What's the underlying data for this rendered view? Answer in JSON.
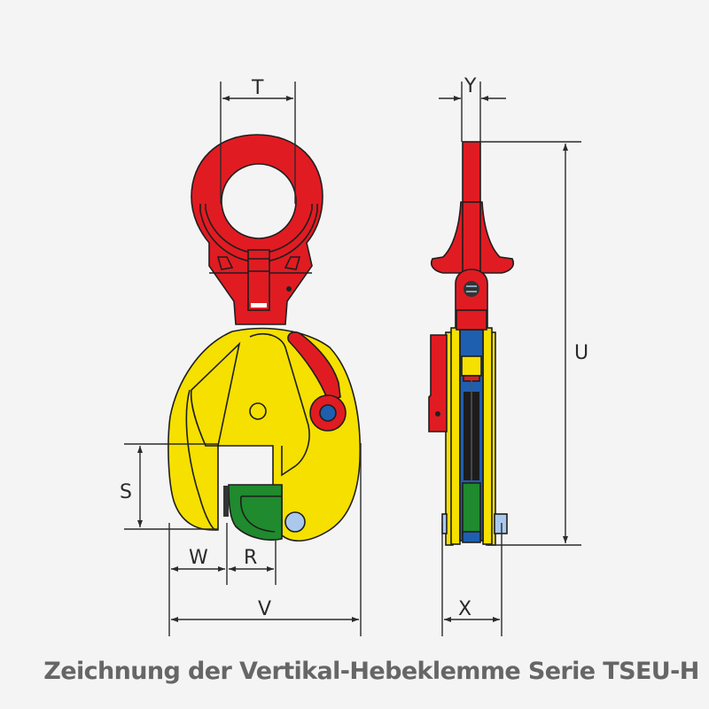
{
  "caption": "Zeichnung der Vertikal-Hebeklemme Serie TSEU-H",
  "dimensions": {
    "T": "T",
    "Y": "Y",
    "U": "U",
    "S": "S",
    "W": "W",
    "R": "R",
    "V": "V",
    "X": "X"
  },
  "views": {
    "front": "front-view",
    "side": "side-view"
  },
  "colors": {
    "background": "#f4f4f4",
    "red": "#e11b22",
    "yellow": "#f5e000",
    "green": "#1f8a2e",
    "blue": "#1f5fb0",
    "light_blue": "#a9c8ec",
    "outline": "#1e1e1e",
    "caption": "#666666"
  }
}
